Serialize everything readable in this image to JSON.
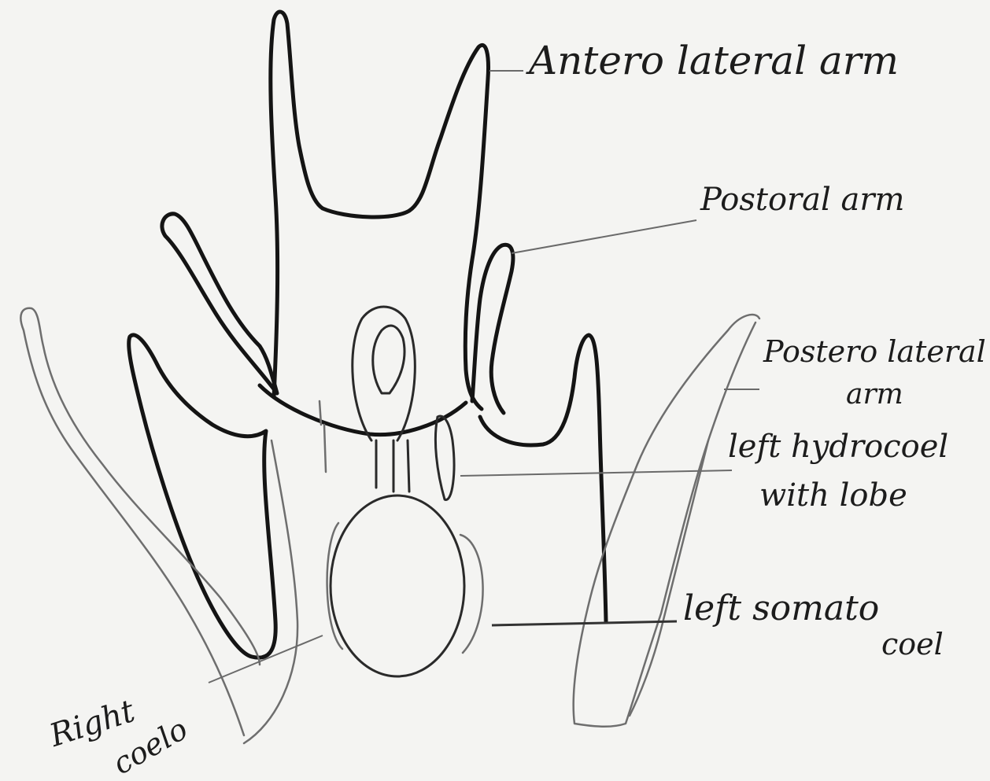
{
  "labels": {
    "anterolateral_arm": "Antero lateral arm",
    "postoral_arm": "Postoral arm",
    "posterolateral_arm_line1": "Postero lateral",
    "posterolateral_arm_line2": "arm",
    "left_hydrocoel_line1": "left hydrocoel",
    "left_hydrocoel_line2": "with lobe",
    "left_somatocoel_line1": "left somato",
    "left_somatocoel_line2": "coel",
    "right_coel_line1": "Right",
    "right_coel_line2": "coelo"
  },
  "colors": {
    "paper": "#f4f4f2",
    "ink": "#141414",
    "pencil": "#6e6e6e"
  }
}
